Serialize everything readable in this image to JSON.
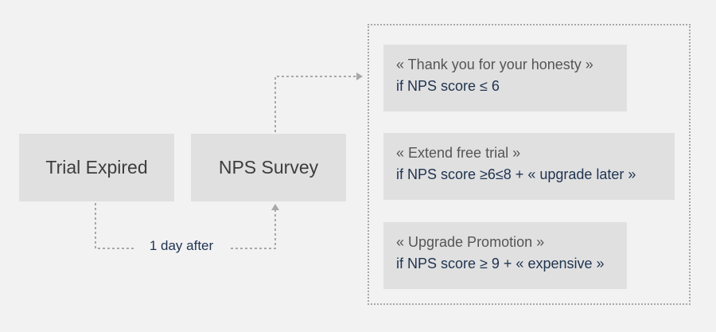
{
  "diagram": {
    "nodes": {
      "trial_expired": "Trial Expired",
      "nps_survey": "NPS Survey"
    },
    "delay_label": "1 day after",
    "messages": [
      {
        "title": "« Thank you for your honesty »",
        "condition": "if NPS score ≤ 6"
      },
      {
        "title": "« Extend free trial »",
        "condition": "if NPS score ≥6≤8 + « upgrade later »"
      },
      {
        "title": "« Upgrade Promotion »",
        "condition": "if NPS score ≥ 9 + « expensive »"
      }
    ],
    "colors": {
      "background": "#f2f2f2",
      "box_fill": "#e0e0e0",
      "connector": "#a8a8a8",
      "condition_text": "#1f3350"
    }
  }
}
